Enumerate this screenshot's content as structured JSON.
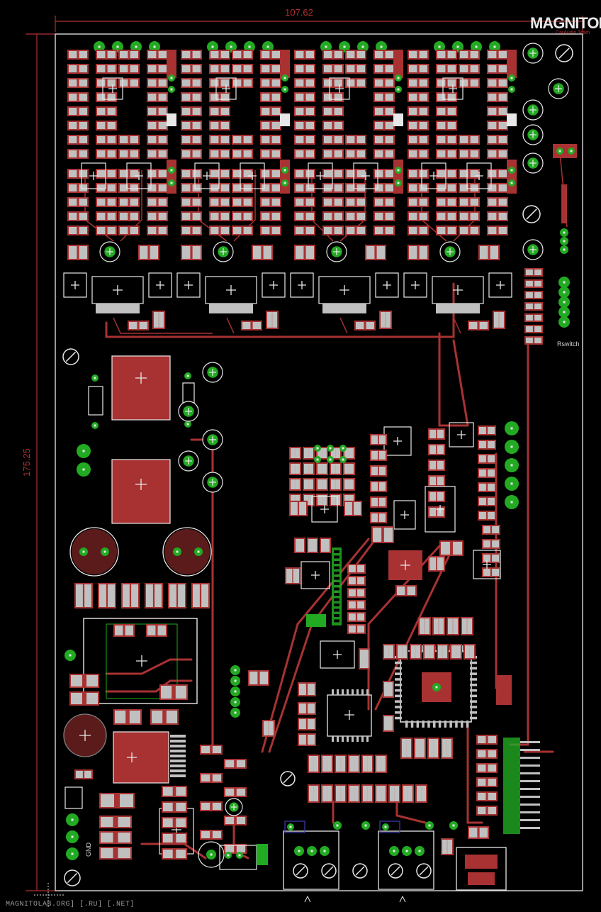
{
  "board": {
    "width_mm": "107.62",
    "height_mm": "175.25"
  },
  "logo": {
    "main": "MAGNITOLA",
    "sub": "CarAudio Team"
  },
  "labels": {
    "conn_right": "Rswitch",
    "conn_left": "GND"
  },
  "footer": "MAGNITOLAB.ORG] [.RU] [.NET]",
  "colors": {
    "board_bg": "#000000",
    "copper": "#a83232",
    "pad": "#c0c0c0",
    "via": "#22aa22",
    "outline": "#cccccc",
    "dimension": "#b03030"
  }
}
